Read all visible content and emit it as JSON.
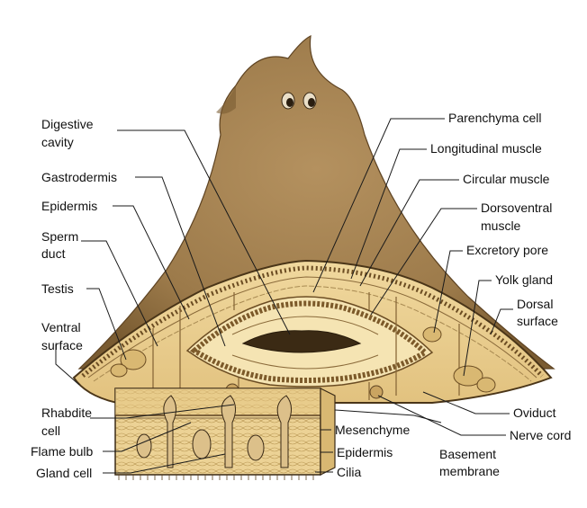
{
  "colors": {
    "body_dark": "#8a6a3c",
    "body_mid": "#a8865a",
    "section_fill": "#e7c98a",
    "section_light": "#f1dca6",
    "line": "#1a1a1a",
    "text": "#111111"
  },
  "labels": {
    "digestive_cavity_1": "Digestive",
    "digestive_cavity_2": "cavity",
    "gastrodermis": "Gastrodermis",
    "epidermis_left": "Epidermis",
    "sperm_duct_1": "Sperm",
    "sperm_duct_2": "duct",
    "testis": "Testis",
    "ventral_surface_1": "Ventral",
    "ventral_surface_2": "surface",
    "rhabdite_cell_1": "Rhabdite",
    "rhabdite_cell_2": "cell",
    "flame_bulb": "Flame bulb",
    "gland_cell": "Gland cell",
    "parenchyma_cell": "Parenchyma cell",
    "longitudinal_muscle": "Longitudinal muscle",
    "circular_muscle": "Circular muscle",
    "dorsoventral_muscle_1": "Dorsoventral",
    "dorsoventral_muscle_2": "muscle",
    "excretory_pore": "Excretory pore",
    "yolk_gland": "Yolk gland",
    "dorsal_surface_1": "Dorsal",
    "dorsal_surface_2": "surface",
    "oviduct": "Oviduct",
    "nerve_cord": "Nerve cord",
    "basement_membrane_1": "Basement",
    "basement_membrane_2": "membrane",
    "mesenchyme": "Mesenchyme",
    "epidermis_right": "Epidermis",
    "cilia": "Cilia"
  }
}
